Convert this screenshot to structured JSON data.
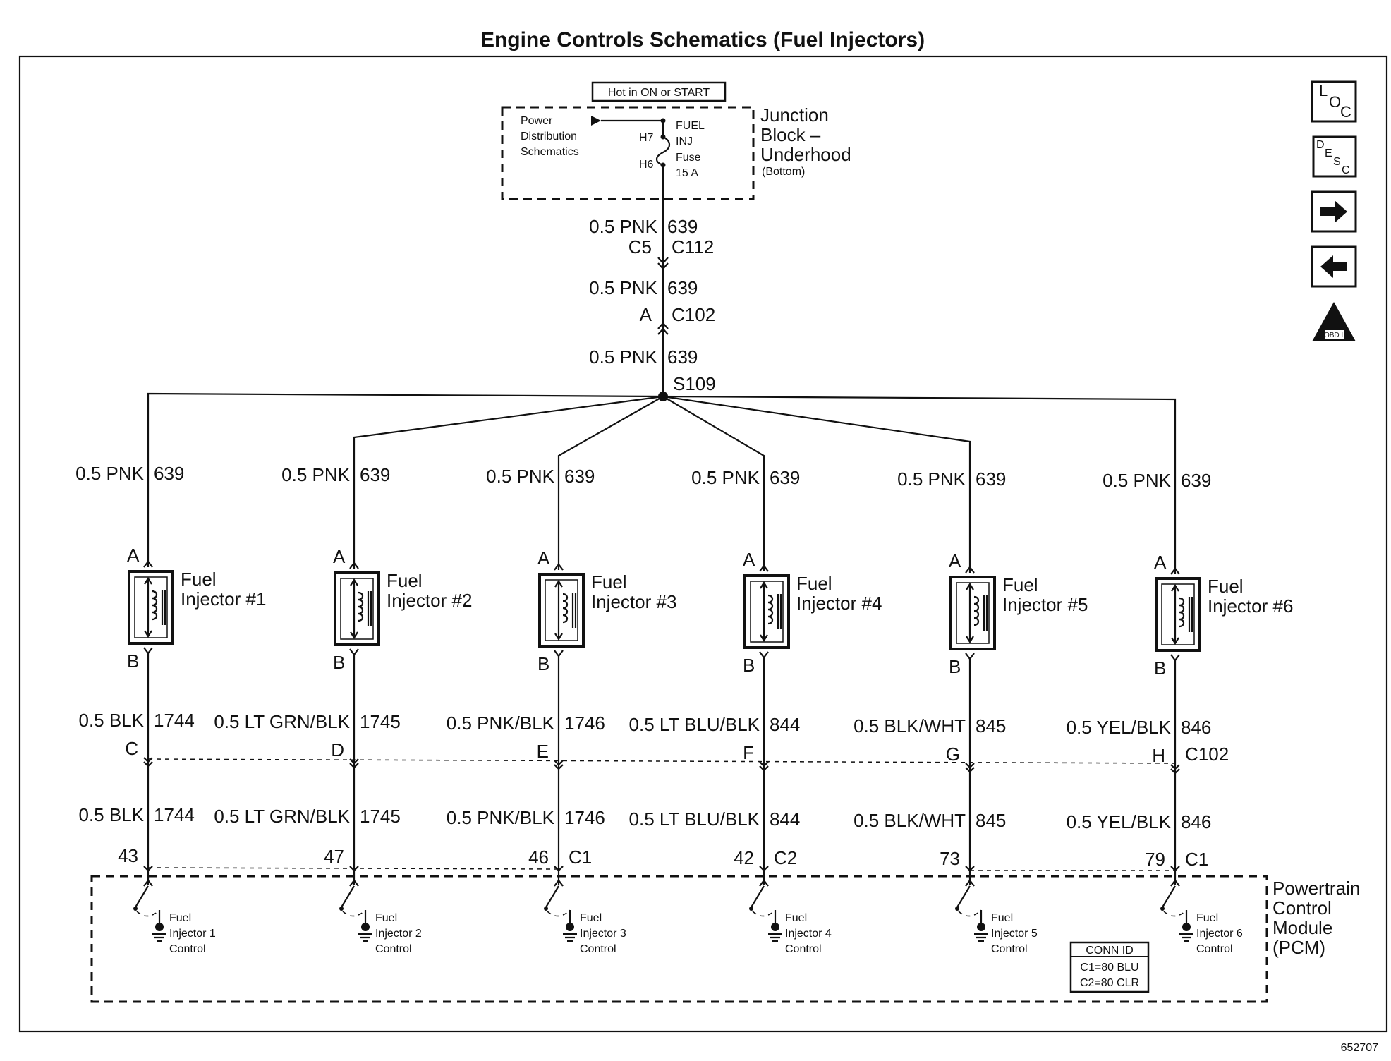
{
  "title": "Engine Controls Schematics (Fuel Injectors)",
  "hot_label": "Hot in ON or START",
  "power_ref": [
    "Power",
    "Distribution",
    "Schematics"
  ],
  "fuse": {
    "lines": [
      "FUEL",
      "INJ",
      "Fuse",
      "15 A"
    ],
    "pin_top": "H7",
    "pin_bot": "H6"
  },
  "junction_block": [
    "Junction",
    "Block –",
    "Underhood",
    "(Bottom)"
  ],
  "feed": {
    "wire1": "0.5 PNK",
    "circ1": "639",
    "pin1": "C5",
    "conn1": "C112",
    "wire2": "0.5 PNK",
    "circ2": "639",
    "pin2": "A",
    "conn2": "C102",
    "wire3": "0.5 PNK",
    "circ3": "639",
    "splice": "S109"
  },
  "injectors": [
    {
      "top_wire": "0.5 PNK",
      "top_circ": "639",
      "pin_a": "A",
      "pin_b": "B",
      "name1": "Fuel",
      "name2": "Injector #1",
      "mid_wire": "0.5 BLK",
      "mid_circ": "1744",
      "c102_pin": "C",
      "low_wire": "0.5 BLK",
      "low_circ": "1744",
      "pcm_pin": "43",
      "pcm_conn": "",
      "ctrl": [
        "Fuel",
        "Injector 1",
        "Control"
      ]
    },
    {
      "top_wire": "0.5 PNK",
      "top_circ": "639",
      "pin_a": "A",
      "pin_b": "B",
      "name1": "Fuel",
      "name2": "Injector #2",
      "mid_wire": "0.5 LT GRN/BLK",
      "mid_circ": "1745",
      "c102_pin": "D",
      "low_wire": "0.5 LT GRN/BLK",
      "low_circ": "1745",
      "pcm_pin": "47",
      "pcm_conn": "",
      "ctrl": [
        "Fuel",
        "Injector 2",
        "Control"
      ]
    },
    {
      "top_wire": "0.5 PNK",
      "top_circ": "639",
      "pin_a": "A",
      "pin_b": "B",
      "name1": "Fuel",
      "name2": "Injector #3",
      "mid_wire": "0.5 PNK/BLK",
      "mid_circ": "1746",
      "c102_pin": "E",
      "low_wire": "0.5 PNK/BLK",
      "low_circ": "1746",
      "pcm_pin": "46",
      "pcm_conn": "C1",
      "ctrl": [
        "Fuel",
        "Injector 3",
        "Control"
      ]
    },
    {
      "top_wire": "0.5 PNK",
      "top_circ": "639",
      "pin_a": "A",
      "pin_b": "B",
      "name1": "Fuel",
      "name2": "Injector #4",
      "mid_wire": "0.5 LT BLU/BLK",
      "mid_circ": "844",
      "c102_pin": "F",
      "low_wire": "0.5 LT BLU/BLK",
      "low_circ": "844",
      "pcm_pin": "42",
      "pcm_conn": "C2",
      "ctrl": [
        "Fuel",
        "Injector 4",
        "Control"
      ]
    },
    {
      "top_wire": "0.5 PNK",
      "top_circ": "639",
      "pin_a": "A",
      "pin_b": "B",
      "name1": "Fuel",
      "name2": "Injector #5",
      "mid_wire": "0.5 BLK/WHT",
      "mid_circ": "845",
      "c102_pin": "G",
      "low_wire": "0.5 BLK/WHT",
      "low_circ": "845",
      "pcm_pin": "73",
      "pcm_conn": "",
      "ctrl": [
        "Fuel",
        "Injector 5",
        "Control"
      ]
    },
    {
      "top_wire": "0.5 PNK",
      "top_circ": "639",
      "pin_a": "A",
      "pin_b": "B",
      "name1": "Fuel",
      "name2": "Injector #6",
      "mid_wire": "0.5 YEL/BLK",
      "mid_circ": "846",
      "c102_pin": "H",
      "low_wire": "0.5 YEL/BLK",
      "low_circ": "846",
      "pcm_pin": "79",
      "pcm_conn": "C1",
      "ctrl": [
        "Fuel",
        "Injector 6",
        "Control"
      ]
    }
  ],
  "c102_label": "C102",
  "pcm": [
    "Powertrain",
    "Control",
    "Module",
    "(PCM)"
  ],
  "conn_id": {
    "title": "CONN ID",
    "c1": "C1=80 BLU",
    "c2": "C2=80 CLR"
  },
  "nav": {
    "loc": [
      "L",
      "O",
      "C"
    ],
    "desc": [
      "D",
      "E",
      "S",
      "C"
    ],
    "obd": "OBD II"
  },
  "figure_id": "652707"
}
